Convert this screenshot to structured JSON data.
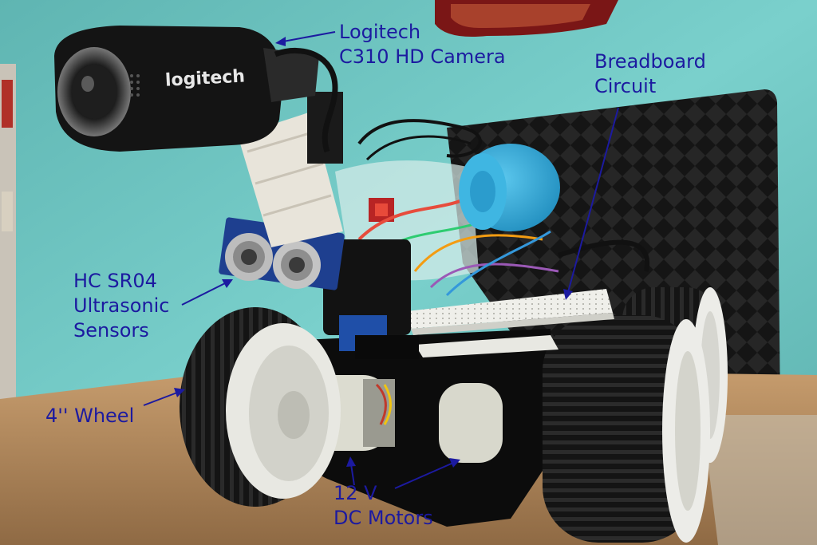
{
  "labels": {
    "camera": [
      "Logitech",
      "C310 HD Camera"
    ],
    "breadboard": [
      "Breadboard",
      "Circuit"
    ],
    "sensors": [
      "HC SR04",
      "Ultrasonic",
      "Sensors"
    ],
    "wheel": [
      "4'' Wheel"
    ],
    "motors": [
      "12 V",
      "DC Motors"
    ]
  },
  "camera_logo": "logitech",
  "colors": {
    "label_text": "#1c1aa0",
    "wall": "#6fc4c0",
    "table": "#b48a5c",
    "tire": "#141414",
    "rim": "#ecece8",
    "chassis": "#0c0c0c",
    "breadboard": "#efefea",
    "speaker": "#2aa8d8"
  }
}
